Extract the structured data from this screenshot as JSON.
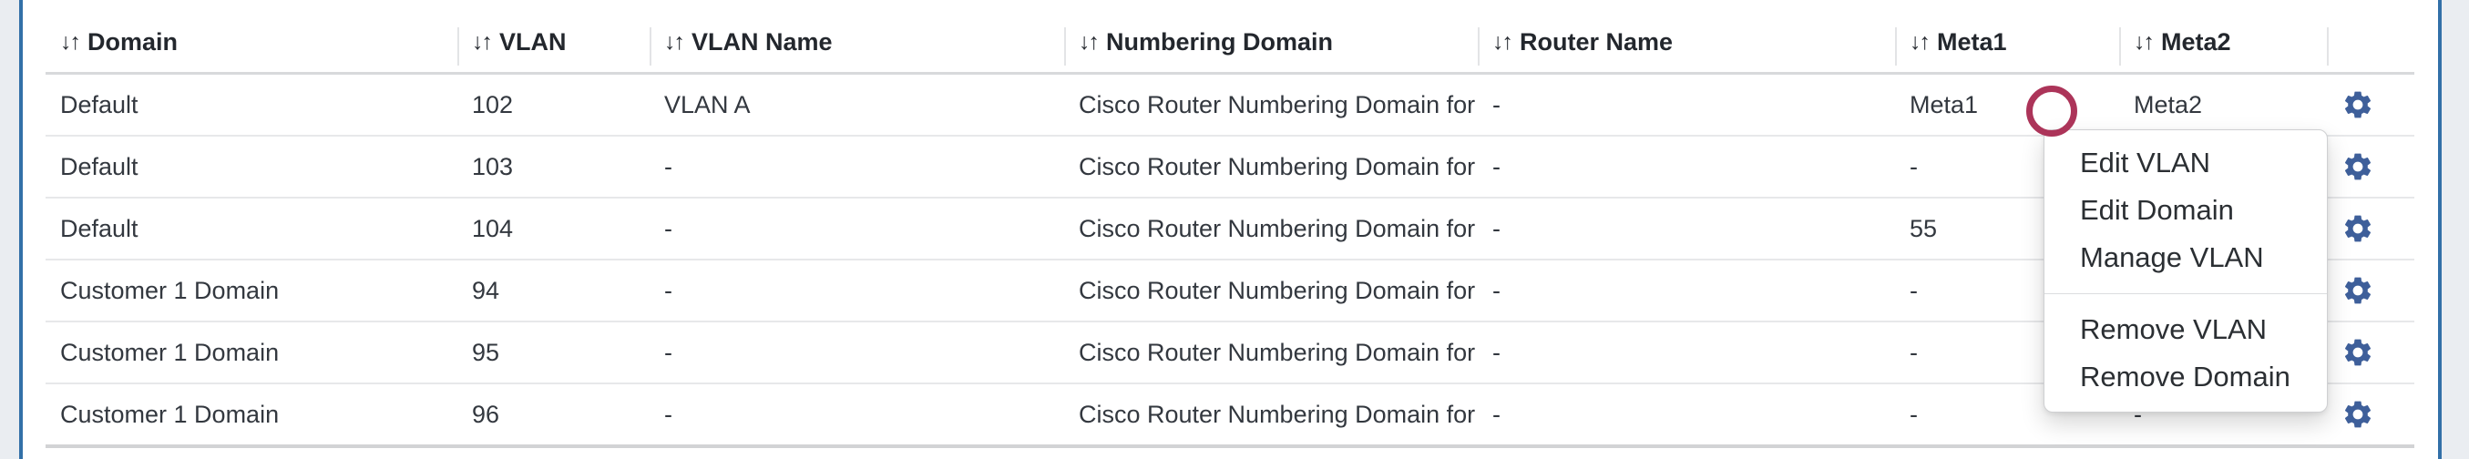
{
  "theme": {
    "page_bg": "#eaedf1",
    "panel_border": "#3270a8",
    "header_text": "#23272d",
    "body_text": "#33383f",
    "gear_color": "#3e5f9a",
    "annotation_color": "#ac3459",
    "menu_text": "#2b2f33"
  },
  "table": {
    "sort_icon": "↓↑",
    "columns": [
      {
        "id": "domain",
        "label": "Domain"
      },
      {
        "id": "vlan",
        "label": "VLAN"
      },
      {
        "id": "vlan_name",
        "label": "VLAN Name"
      },
      {
        "id": "numbering_domain",
        "label": "Numbering Domain"
      },
      {
        "id": "router_name",
        "label": "Router Name"
      },
      {
        "id": "meta1",
        "label": "Meta1"
      },
      {
        "id": "meta2",
        "label": "Meta2"
      }
    ],
    "rows": [
      {
        "domain": "Default",
        "vlan": "102",
        "vlan_name": "VLAN A",
        "numbering_domain": "Cisco Router Numbering Domain for ...",
        "router_name": "-",
        "meta1": "Meta1",
        "meta2": "Meta2"
      },
      {
        "domain": "Default",
        "vlan": "103",
        "vlan_name": "-",
        "numbering_domain": "Cisco Router Numbering Domain for ...",
        "router_name": "-",
        "meta1": "-",
        "meta2": "-"
      },
      {
        "domain": "Default",
        "vlan": "104",
        "vlan_name": "-",
        "numbering_domain": "Cisco Router Numbering Domain for ...",
        "router_name": "-",
        "meta1": "55",
        "meta2": "-"
      },
      {
        "domain": "Customer 1 Domain",
        "vlan": "94",
        "vlan_name": "-",
        "numbering_domain": "Cisco Router Numbering Domain for ...",
        "router_name": "-",
        "meta1": "-",
        "meta2": "-"
      },
      {
        "domain": "Customer 1 Domain",
        "vlan": "95",
        "vlan_name": "-",
        "numbering_domain": "Cisco Router Numbering Domain for ...",
        "router_name": "-",
        "meta1": "-",
        "meta2": "-"
      },
      {
        "domain": "Customer 1 Domain",
        "vlan": "96",
        "vlan_name": "-",
        "numbering_domain": "Cisco Router Numbering Domain for ...",
        "router_name": "-",
        "meta1": "-",
        "meta2": "-"
      }
    ]
  },
  "context_menu": {
    "group1": [
      "Edit VLAN",
      "Edit Domain",
      "Manage VLAN"
    ],
    "group2": [
      "Remove VLAN",
      "Remove Domain"
    ]
  },
  "annotation": {
    "shape": "circle",
    "color": "#ac3459"
  }
}
